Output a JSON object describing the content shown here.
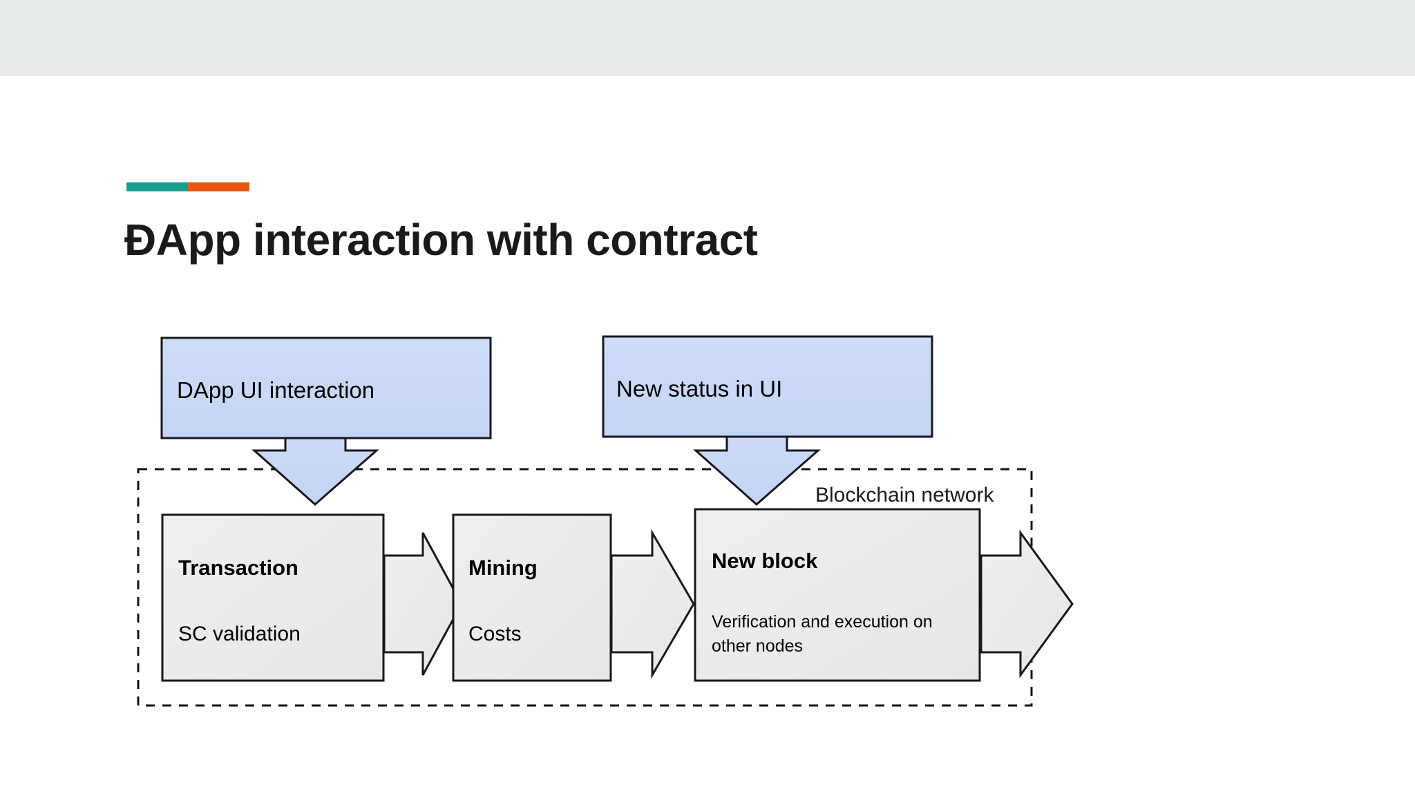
{
  "slide": {
    "title": "ÐApp interaction with contract",
    "accent": {
      "left_color": "#179e8d",
      "right_color": "#e8570f"
    },
    "top_band_color": "#e8eceb"
  },
  "diagram": {
    "type": "flowchart",
    "network_label": "Blockchain network",
    "colors": {
      "blue_fill": "#c8d9f7",
      "gray_fill": "#eaebeb",
      "stroke": "#18181c",
      "dashed_stroke": "#111111"
    },
    "input_boxes": [
      {
        "id": "dapp-ui-interaction",
        "label": "DApp UI interaction",
        "arrow": "down-arrow-icon"
      },
      {
        "id": "new-status-in-ui",
        "label": "New status in UI",
        "arrow": "down-arrow-icon"
      }
    ],
    "stages": [
      {
        "id": "transaction",
        "title": "Transaction",
        "subtitle": "SC validation",
        "subtitle_line2": ""
      },
      {
        "id": "mining",
        "title": "Mining",
        "subtitle": "Costs",
        "subtitle_line2": ""
      },
      {
        "id": "new-block",
        "title": "New block",
        "subtitle": "Verification and execution on",
        "subtitle_line2": "other nodes"
      }
    ],
    "connectors": [
      {
        "id": "transaction-to-mining",
        "icon": "right-arrow-icon"
      },
      {
        "id": "mining-to-new-block",
        "icon": "right-arrow-icon"
      },
      {
        "id": "new-block-to-outside",
        "icon": "right-arrow-icon"
      }
    ]
  }
}
